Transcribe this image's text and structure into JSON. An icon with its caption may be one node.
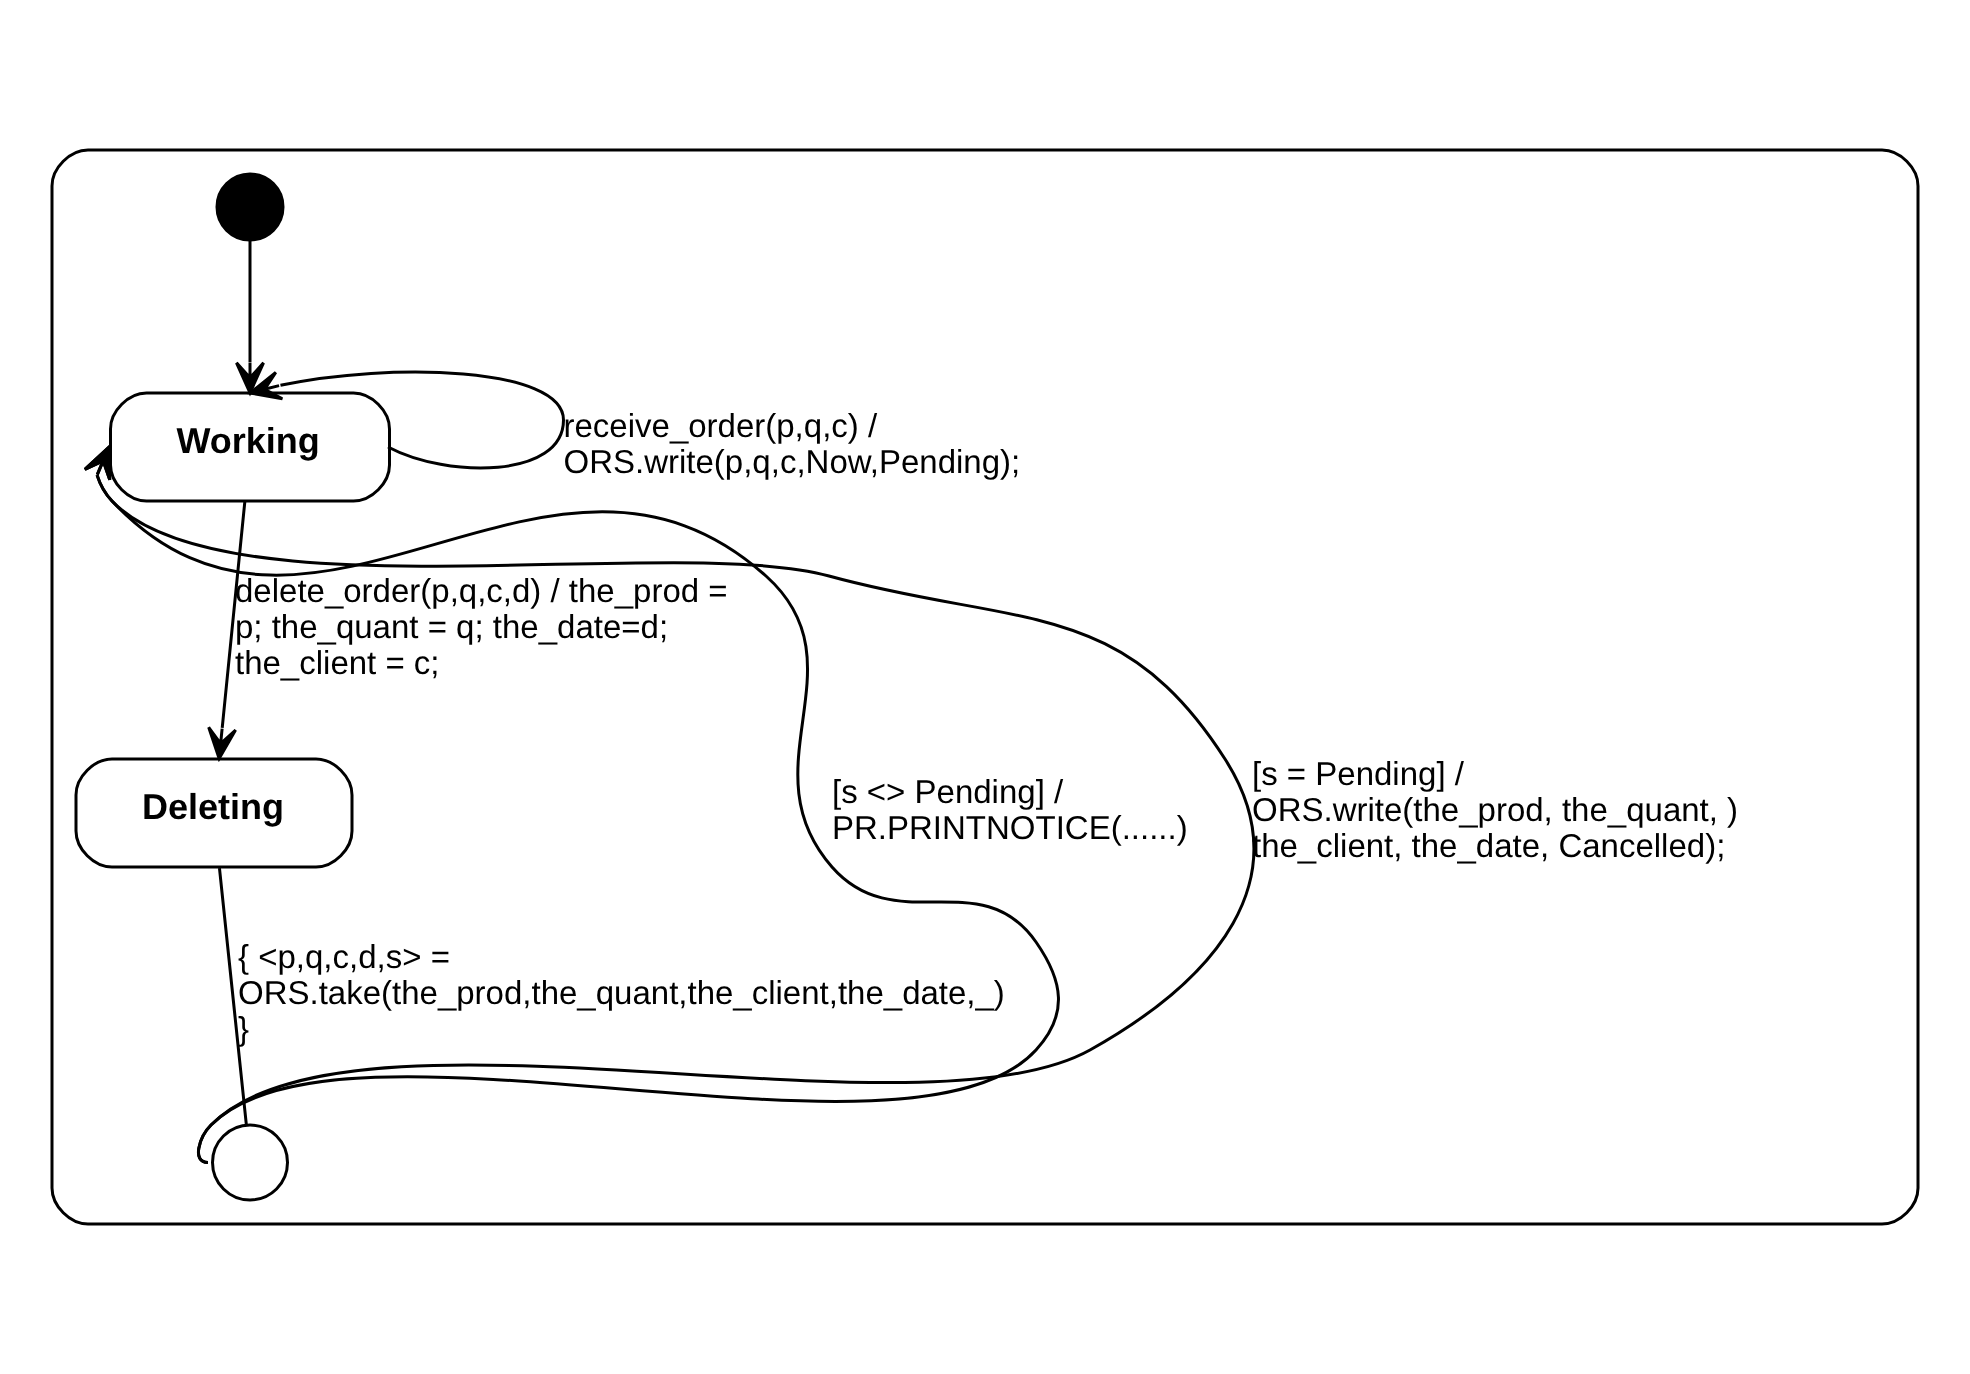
{
  "diagram": {
    "nodes": [
      {
        "text": [],
        "shape": "box"
      },
      {
        "text": [],
        "shape": "circle",
        "in": 0
      },
      {
        "text": [
          "Working"
        ],
        "in": 0
      },
      {
        "text": [
          "Deleting"
        ],
        "in": 0
      },
      {
        "text": [],
        "shape": "circle",
        "in": 0
      }
    ],
    "edges": [
      {
        "from": 1,
        "to": 2,
        "arrow": "to"
      },
      {
        "from": 2,
        "to": 2,
        "arrow": "to",
        "label": "receive_order(p,q,c) / ORS.write(p,q,c,Now,Pending);"
      },
      {
        "from": 2,
        "to": 3,
        "arrow": "to",
        "label": "delete_order(p,q,c,d) / the_prod = p; the_quant = q; the_date=d; the_client = c;"
      },
      {
        "from": 3,
        "to": 4,
        "arrow": "none",
        "label": "{ <p,q,c,d,s> = ORS.take(the_prod,the_quant,the_client,the_date,_) }"
      },
      {
        "from": 4,
        "to": 2,
        "arrow": "to",
        "label": "[s <> Pending] / PR.PRINTNOTICE(......)"
      },
      {
        "from": 4,
        "to": 2,
        "arrow": "to",
        "label": "[s = Pending] / ORS.write(the_prod, the_quant, ) the_client, the_date, Cancelled);"
      }
    ]
  }
}
